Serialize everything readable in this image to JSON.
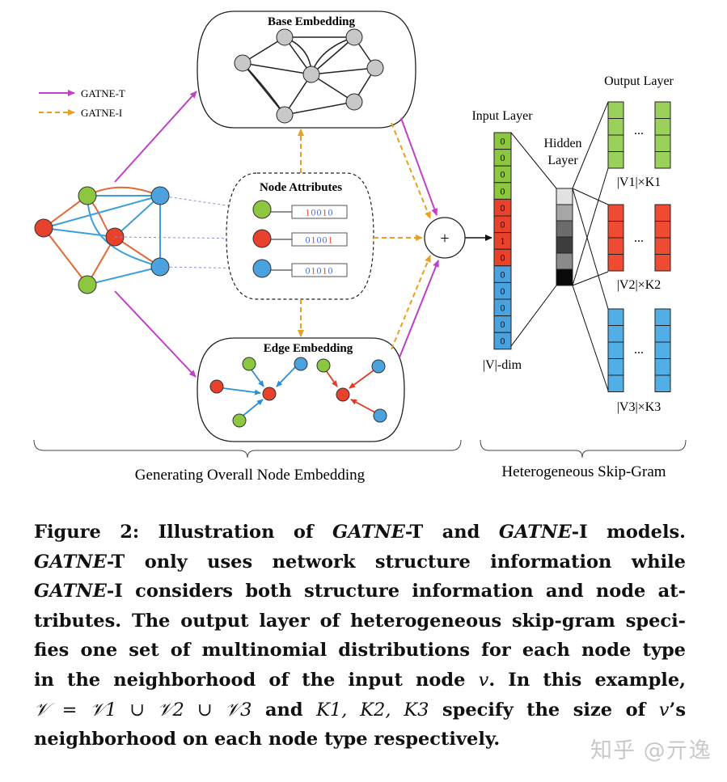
{
  "legend": {
    "gatne_t": "GATNE-T",
    "gatne_i": "GATNE-I",
    "colors": {
      "gatne_t": "#c040c8",
      "gatne_i": "#e8a020"
    }
  },
  "panels": {
    "base_embedding": "Base Embedding",
    "node_attributes": "Node Attributes",
    "edge_embedding": "Edge Embedding",
    "plus": "+"
  },
  "attributes": [
    {
      "color": "#8dc63f",
      "code": "10010",
      "bits": "10010"
    },
    {
      "color": "#e8412c",
      "code": "01001",
      "bits": "01001"
    },
    {
      "color": "#4aa3df",
      "code": "01010",
      "bits": "01010"
    }
  ],
  "skipgram": {
    "input_layer": "Input Layer",
    "hidden_layer_line1": "Hidden",
    "hidden_layer_line2": "Layer",
    "output_layer": "Output Layer",
    "input_dim": "|V|-dim",
    "input_values": [
      "0",
      "0",
      "0",
      "0",
      "0",
      "0",
      "1",
      "0",
      "0",
      "0",
      "0",
      "0",
      "0"
    ],
    "input_colors": [
      "green",
      "green",
      "green",
      "green",
      "red",
      "red",
      "red",
      "red",
      "blue",
      "blue",
      "blue",
      "blue",
      "blue"
    ],
    "ellipsis": "...",
    "out_labels": [
      "|V1|×K1",
      "|V2|×K2",
      "|V3|×K3"
    ]
  },
  "brackets": {
    "left": "Generating Overall Node Embedding",
    "right": "Heterogeneous Skip-Gram"
  },
  "caption": {
    "l1_a": "Figure 2: Illustration of ",
    "gatne": "GATNE",
    "t_and": "-T and ",
    "i_models": "-I models.",
    "l2_b": "-T only uses network structure information while",
    "l3_b": "-I considers both structure information and node at-",
    "l4": "tributes. The output layer of heterogeneous skip-gram speci-",
    "l5": "fies one set of multinomial distributions for each node type",
    "l6_a": "in the neighborhood of the input node ",
    "v": "v",
    "l6_b": ". In this example,",
    "l7_math1": "𝒱 = 𝒱1 ∪ 𝒱2 ∪ 𝒱3",
    "l7_and": " and ",
    "l7_math2": "K1, K2, K3",
    "l7_b": " specify the size of ",
    "l7_c": "’s",
    "l8": "neighborhood on each node type respectively."
  },
  "watermark": "知乎 @亓逸"
}
